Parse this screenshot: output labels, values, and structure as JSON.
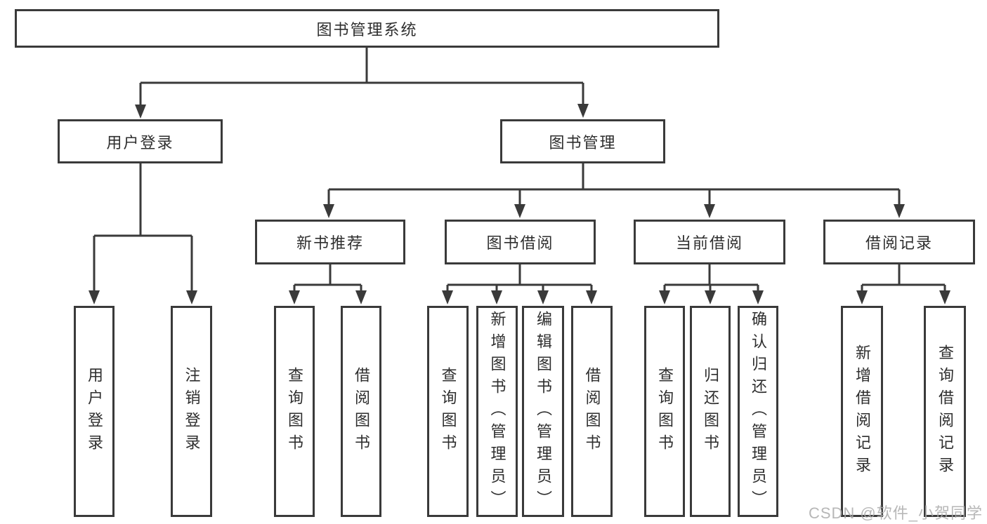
{
  "diagram": {
    "type": "hierarchy-tree",
    "tree": {
      "label": "图书管理系统",
      "children": [
        {
          "label": "用户登录",
          "children": [
            {
              "label": "用户登录"
            },
            {
              "label": "注销登录"
            }
          ]
        },
        {
          "label": "图书管理",
          "children": [
            {
              "label": "新书推荐",
              "children": [
                {
                  "label": "查询图书"
                },
                {
                  "label": "借阅图书"
                }
              ]
            },
            {
              "label": "图书借阅",
              "children": [
                {
                  "label": "查询图书"
                },
                {
                  "label": "新增图书（管理员）"
                },
                {
                  "label": "编辑图书（管理员）"
                },
                {
                  "label": "借阅图书"
                }
              ]
            },
            {
              "label": "当前借阅",
              "children": [
                {
                  "label": "查询图书"
                },
                {
                  "label": "归还图书"
                },
                {
                  "label": "确认归还（管理员）"
                }
              ]
            },
            {
              "label": "借阅记录",
              "children": [
                {
                  "label": "新增借阅记录"
                },
                {
                  "label": "查询借阅记录"
                }
              ]
            }
          ]
        }
      ]
    }
  },
  "watermark": {
    "text": "CSDN @软件_小贺同学"
  },
  "colors": {
    "line": "#3a3a3a",
    "text": "#2e2e2e",
    "background": "#ffffff",
    "watermark": "#ababab"
  }
}
